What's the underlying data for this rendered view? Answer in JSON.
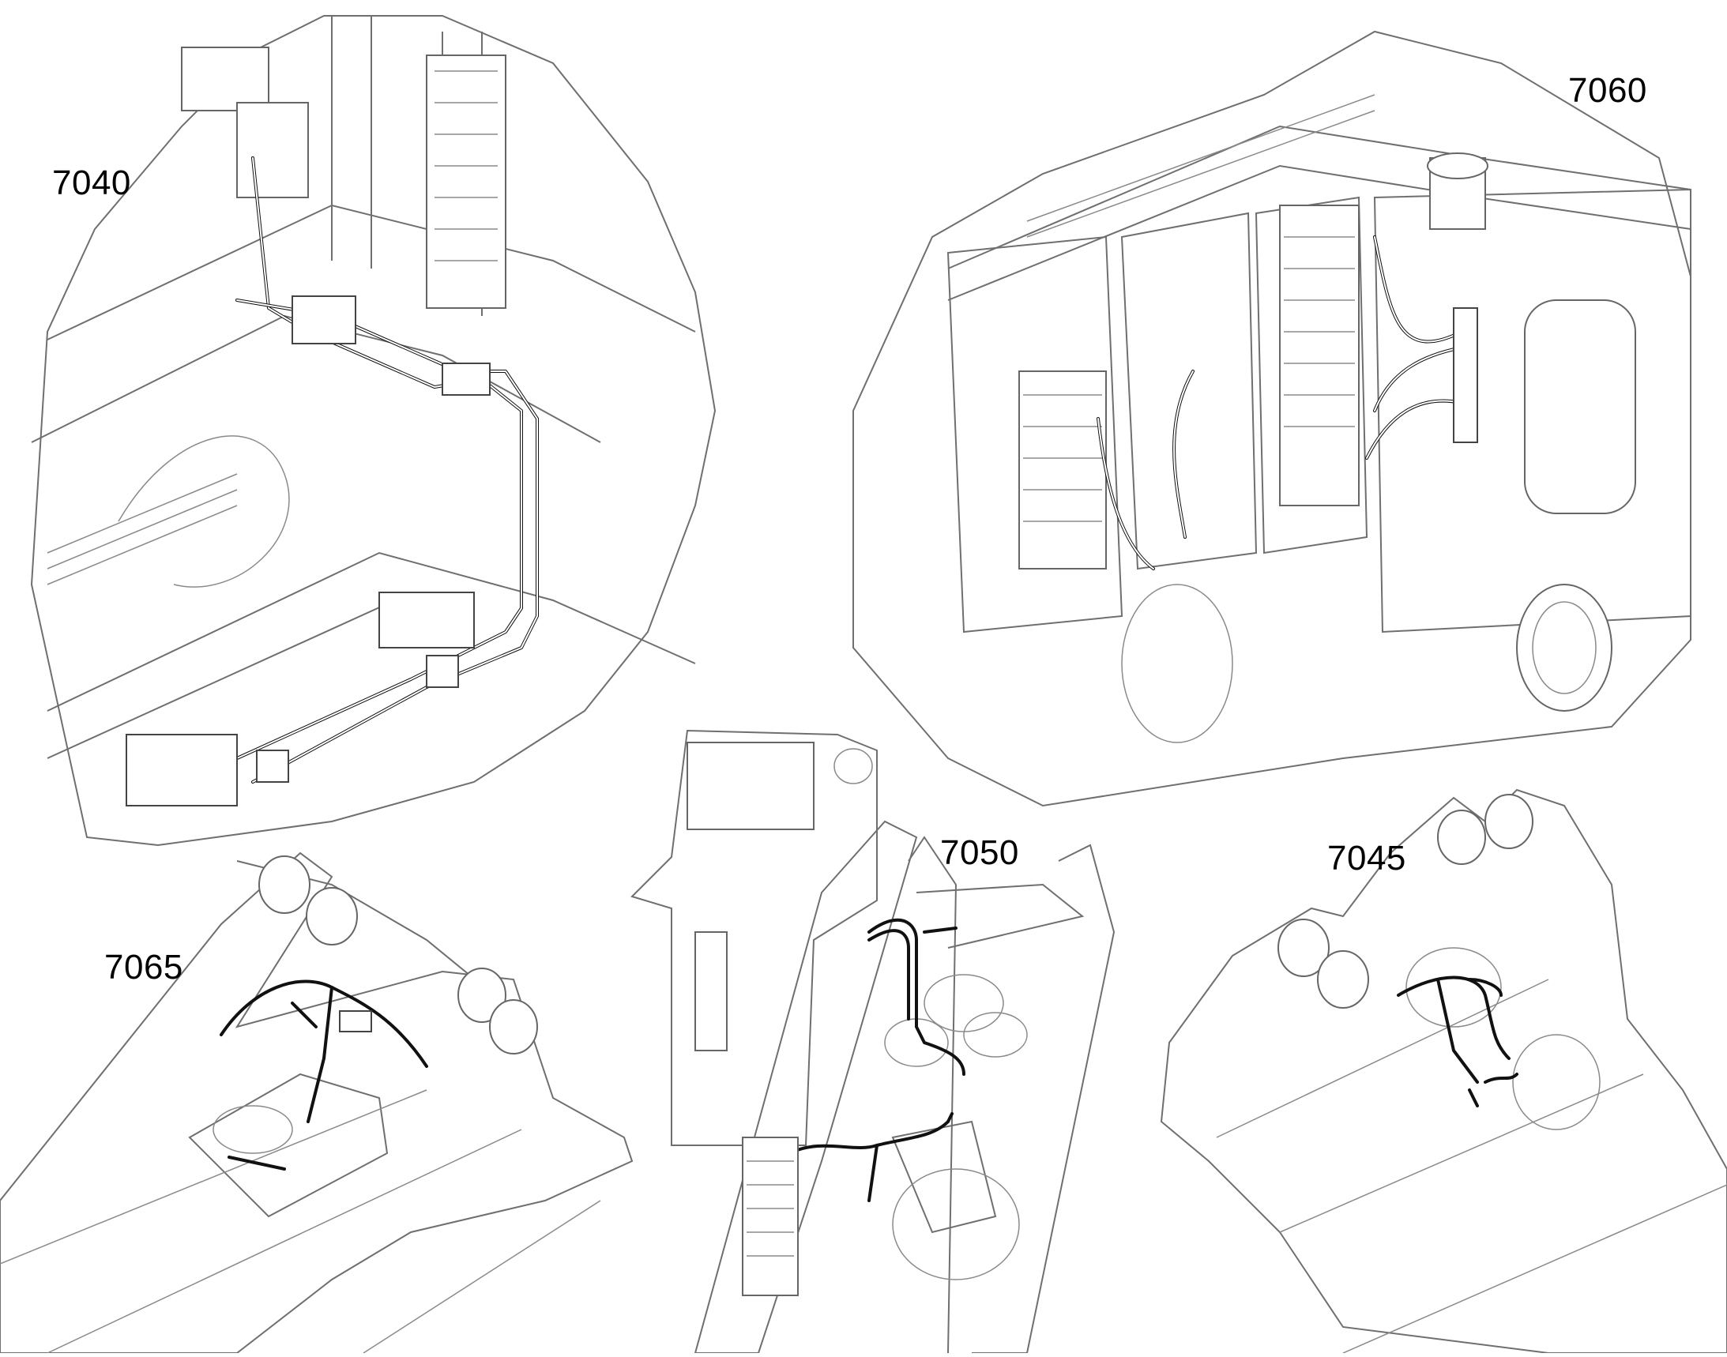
{
  "callouts": {
    "c7040": "7040",
    "c7060": "7060",
    "c7065": "7065",
    "c7050": "7050",
    "c7045": "7045"
  },
  "colors": {
    "line": "#6f6f6f",
    "hose": "#111111",
    "background": "#ffffff"
  }
}
